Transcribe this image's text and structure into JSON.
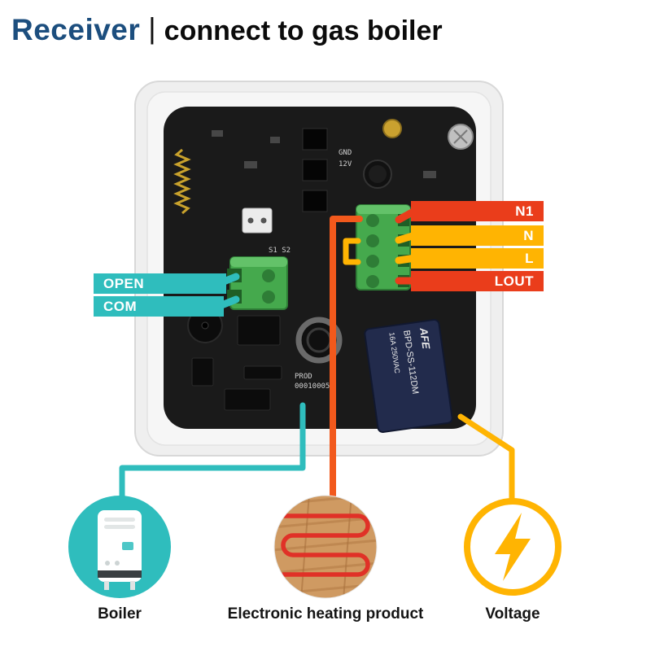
{
  "header": {
    "title_primary": "Receiver",
    "separator": "|",
    "title_secondary": "connect to gas boiler"
  },
  "terminal_labels": {
    "n1": "N1",
    "n": "N",
    "l": "L",
    "lout": "LOUT",
    "open": "OPEN",
    "com": "COM"
  },
  "legend": {
    "boiler": "Boiler",
    "heating": "Electronic heating product",
    "voltage": "Voltage"
  },
  "board_silkscreen": {
    "s1_s2": "S1 S2",
    "gnd": "GND",
    "v12": "12V",
    "prod": "PROD",
    "serial": "00010005",
    "relay_brand": "AFE",
    "relay_model": "BPD-SS-112DM",
    "relay_rating": "16A 250VAC"
  },
  "colors": {
    "title_blue": "#1c4e7e",
    "label_red": "#ea3d1b",
    "label_amber": "#ffb402",
    "label_teal": "#2fbdbd",
    "wire_orange": "#f2591c",
    "terminal_green": "#45a94d",
    "pcb_black": "#1a1a1a"
  }
}
